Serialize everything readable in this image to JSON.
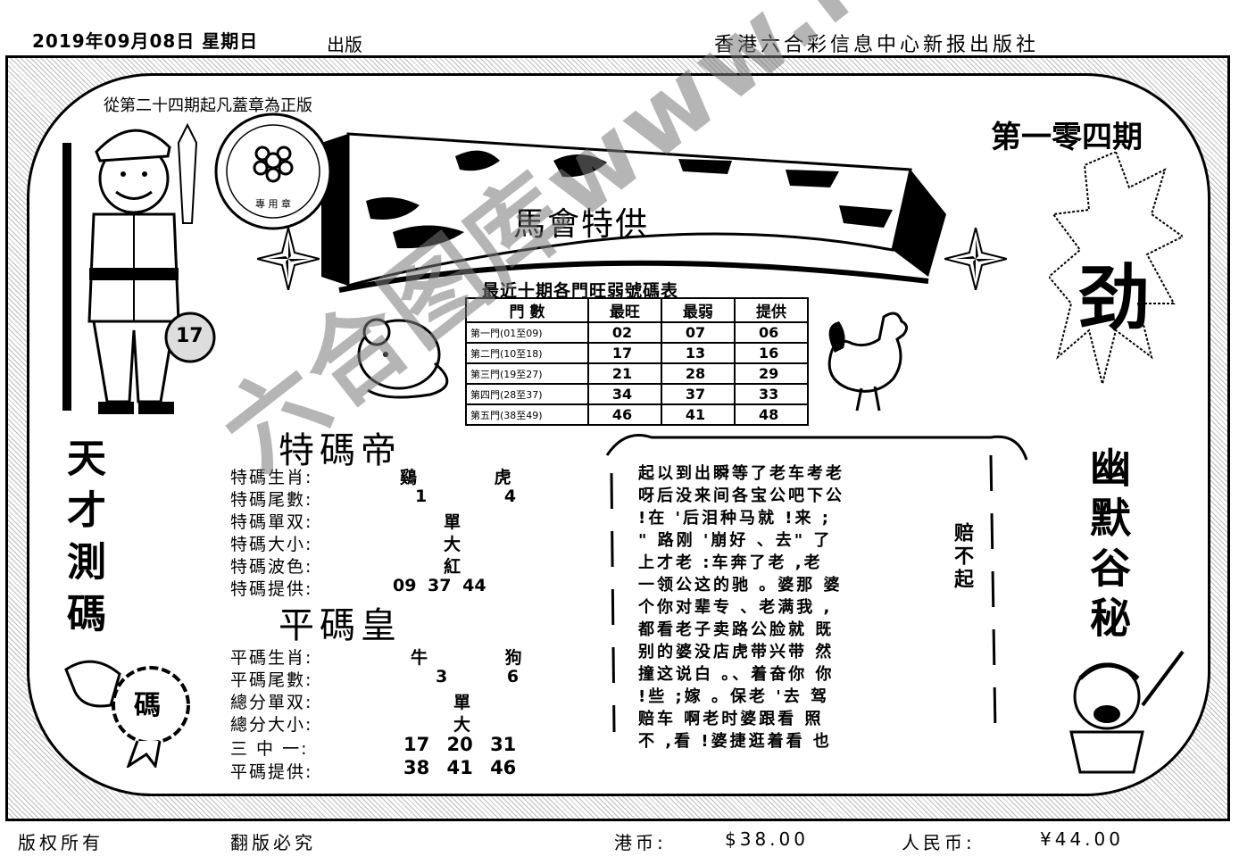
{
  "header": {
    "date": "2019年09月08日 星期日",
    "publish": "出版",
    "org": "香港六合彩信息中心新报出版社"
  },
  "notice": "從第二十四期起凡蓋章為正版",
  "issue": "第一零四期",
  "banner": {
    "subtitle": "馬會特供"
  },
  "badge": {
    "number": "17"
  },
  "stamp": {
    "label": "碼"
  },
  "table": {
    "title": "最近十期各門旺弱號碼表",
    "headers": [
      "門 數",
      "最旺",
      "最弱",
      "提供"
    ],
    "rows": [
      {
        "label": "第一門(01至09)",
        "hot": "02",
        "cold": "07",
        "pick": "06"
      },
      {
        "label": "第二門(10至18)",
        "hot": "17",
        "cold": "13",
        "pick": "16"
      },
      {
        "label": "第三門(19至27)",
        "hot": "21",
        "cold": "28",
        "pick": "29"
      },
      {
        "label": "第四門(28至37)",
        "hot": "34",
        "cold": "37",
        "pick": "33"
      },
      {
        "label": "第五門(38至49)",
        "hot": "46",
        "cold": "41",
        "pick": "48"
      }
    ]
  },
  "special": {
    "title": "特碼帝",
    "rows": [
      {
        "label": "特碼生肖:",
        "value": "鷄 虎"
      },
      {
        "label": "特碼尾數:",
        "value": "1 4"
      },
      {
        "label": "特碼單双:",
        "value": "單"
      },
      {
        "label": "特碼大小:",
        "value": "大"
      },
      {
        "label": "特碼波色:",
        "value": "紅"
      },
      {
        "label": "特碼提供:",
        "value": "09 37 44"
      }
    ]
  },
  "normal": {
    "title": "平碼皇",
    "rows": [
      {
        "label": "平碼生肖:",
        "value": "牛 狗"
      },
      {
        "label": "平碼尾數:",
        "value": "3 6"
      },
      {
        "label": "總分單双:",
        "value": "單"
      },
      {
        "label": "總分大小:",
        "value": "大"
      },
      {
        "label": "三 中 一:",
        "value": "17 20 31"
      },
      {
        "label": "平碼提供:",
        "value": "38 41 46"
      }
    ]
  },
  "poem": {
    "rows": [
      "起以到出瞬等了老车考老",
      "呀后没来间各宝公吧下公",
      "!在 '后泪种马就 !来 ;",
      "\" 路刚 '崩好 、去\" 了",
      "上才老 :车奔了老 ,老",
      "一领公这的驰 。婆那 婆",
      "个你对辈专 、老满我 ,",
      "都看老子卖路公脸就 既",
      "别的婆没店虎带兴带 然",
      "撞这说白 。、着奋你 你",
      "!些 ;嫁 。保老 '去 驾",
      "赔车 啊老时婆跟看 照",
      "不 ,看 !婆捷逛着看 也"
    ],
    "side": "赔不起"
  },
  "left_side": "天才測碼",
  "right_side": {
    "top": "劲",
    "bottom": "幽默谷秘"
  },
  "footer": {
    "rights": "版权所有",
    "piracy": "翻版必究",
    "hk_label": "港币:",
    "hk_price": "$38.00",
    "rmb_label": "人民币:",
    "rmb_price": "¥44.00"
  },
  "watermark": "六合图库www.lhtk.net"
}
